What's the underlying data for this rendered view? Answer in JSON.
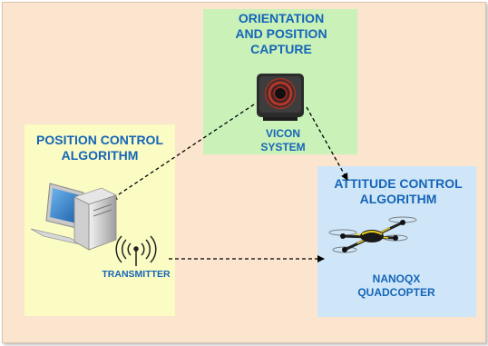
{
  "colors": {
    "background": "#fbe5cf",
    "vicon_panel": "#c9f1b8",
    "position_panel": "#fbfcc3",
    "attitude_panel": "#cfe6f8",
    "label_text": "#1565b8",
    "arrow": "#000000"
  },
  "vicon": {
    "title": "ORIENTATION\nAND POSITION\nCAPTURE",
    "label": "VICON\nSYSTEM",
    "icon": "motion-capture-camera-icon"
  },
  "position_control": {
    "title": "POSITION CONTROL\nALGORITHM",
    "icon": "desktop-computer-icon",
    "transmitter_label": "TRANSMITTER",
    "transmitter_icon": "antenna-signal-icon"
  },
  "attitude_control": {
    "title": "ATTITUDE CONTROL\nALGORITHM",
    "drone_label": "NANOQX\nQUADCOPTER",
    "icon": "quadcopter-icon"
  }
}
